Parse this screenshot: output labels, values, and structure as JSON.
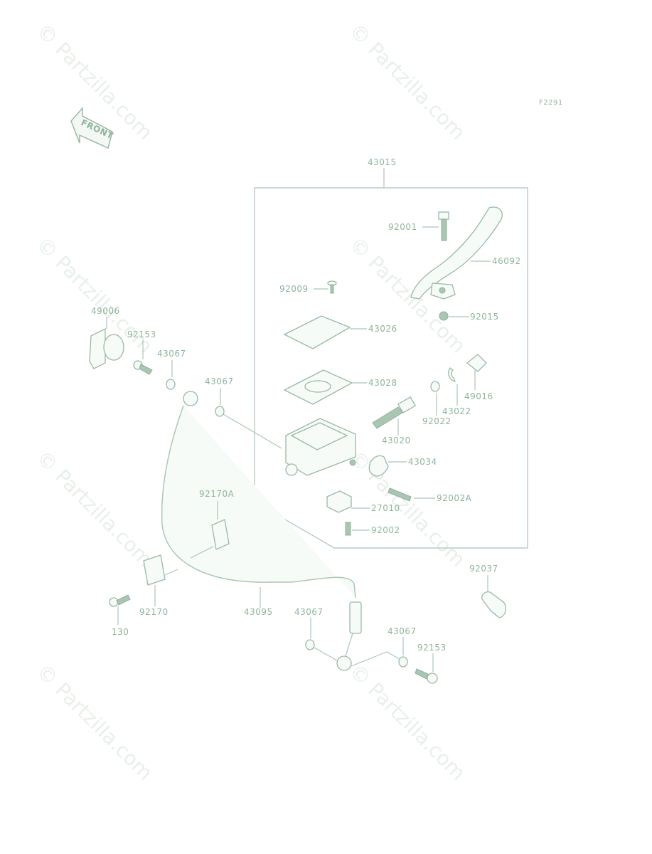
{
  "figure_code": "F2291",
  "front_label": "FRONT",
  "watermark": "© Partzilla.com",
  "parts": {
    "p43015": "43015",
    "p92001": "92001",
    "p46092": "46092",
    "p92009": "92009",
    "p92015": "92015",
    "p43026": "43026",
    "p49006": "49006",
    "p92153a": "92153",
    "p43067a": "43067",
    "p43067b": "43067",
    "p43028": "43028",
    "p49016": "49016",
    "p43022": "43022",
    "p92022": "92022",
    "p43020": "43020",
    "p43034": "43034",
    "p92002A": "92002A",
    "p27010": "27010",
    "p92002": "92002",
    "p92170A": "92170A",
    "p92037": "92037",
    "p92170": "92170",
    "p43095": "43095",
    "p43067c": "43067",
    "p43067d": "43067",
    "p92153b": "92153",
    "p130": "130"
  }
}
